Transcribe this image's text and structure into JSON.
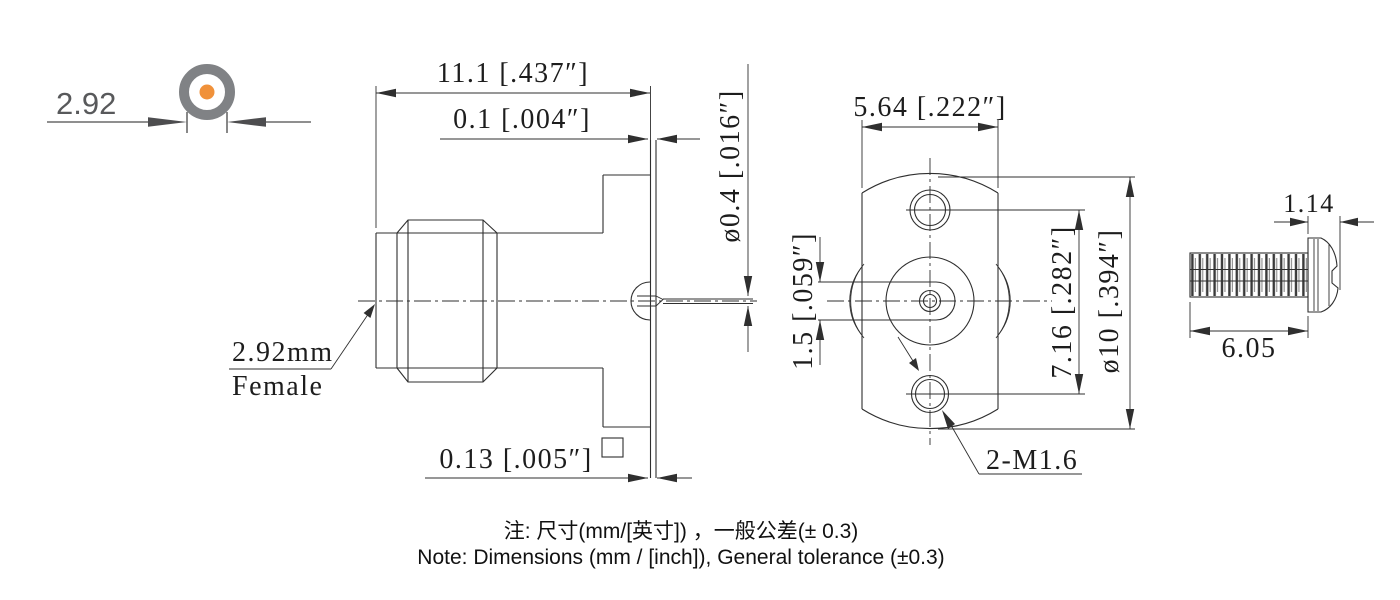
{
  "coax_annotation": {
    "label": "2.92",
    "ring_color": "#808285",
    "core_color": "#f0913a",
    "line_color": "#6a6a6a"
  },
  "side_view": {
    "connector_label_line1": "2.92mm",
    "connector_label_line2": "Female",
    "dim_overall_length": "11.1 [.437″]",
    "dim_protrusion": "0.1 [.004″]",
    "dim_pin_diameter": "ø0.4 [.016″]",
    "dim_plate_thickness": "0.13 [.005″]"
  },
  "front_view": {
    "dim_flange_width": "5.64 [.222″]",
    "dim_slot_height": "1.5 [.059″]",
    "dim_hole_spacing": "7.16 [.282″]",
    "dim_flange_diameter": "ø10 [.394″]",
    "thread_callout": "2-M1.6"
  },
  "screw_view": {
    "dim_head_thickness": "1.14",
    "dim_thread_length": "6.05"
  },
  "notes": {
    "line1_zh": "注: 尺寸(mm/[英寸]) ，一般公差(± 0.3)",
    "line2_en": "Note: Dimensions (mm / [inch]), General tolerance (±0.3)"
  },
  "colors": {
    "drawing_line": "#2f2f2f",
    "background": "#ffffff",
    "annotation_gray": "#58595b",
    "accent_orange": "#f0913a"
  }
}
